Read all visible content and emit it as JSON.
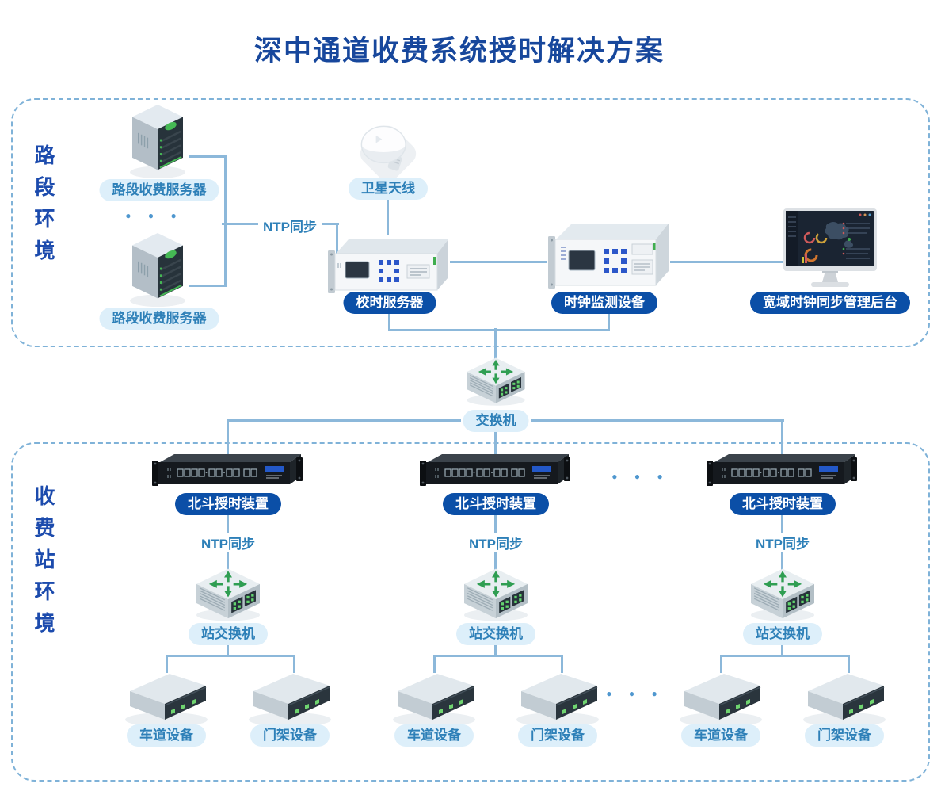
{
  "title": "深中通道收费系统授时解决方案",
  "road_zone": {
    "name": "路段环境",
    "toll_server_top": "路段收费服务器",
    "toll_server_bottom": "路段收费服务器",
    "ellipsis": "● ● ●",
    "ntp_sync": "NTP同步",
    "satellite_antenna": "卫星天线",
    "time_server": "校时服务器",
    "clock_monitor": "时钟监测设备",
    "management_backend": "宽域时钟同步管理后台"
  },
  "core_switch": "交换机",
  "station_zone": {
    "name": "收费站环境",
    "ellipsis_top": "● ● ●",
    "ellipsis_bottom": "● ● ●",
    "columns": [
      {
        "timing_device": "北斗授时装置",
        "ntp_sync": "NTP同步",
        "station_switch": "站交换机",
        "lane_device": "车道设备",
        "gantry_device": "门架设备"
      },
      {
        "timing_device": "北斗授时装置",
        "ntp_sync": "NTP同步",
        "station_switch": "站交换机",
        "lane_device": "车道设备",
        "gantry_device": "门架设备"
      },
      {
        "timing_device": "北斗授时装置",
        "ntp_sync": "NTP同步",
        "station_switch": "站交换机",
        "lane_device": "车道设备",
        "gantry_device": "门架设备"
      }
    ]
  },
  "colors": {
    "title_text": "#17479c",
    "zone_border": "#7fb2d8",
    "connector_line": "#8cb8da",
    "pill_light_bg": "#ddeffa",
    "pill_light_text": "#2e80b8",
    "pill_dark_bg": "#0b4fa7",
    "pill_dark_text": "#ffffff",
    "dots": "#4f97cf",
    "led_green": "#45b854"
  }
}
